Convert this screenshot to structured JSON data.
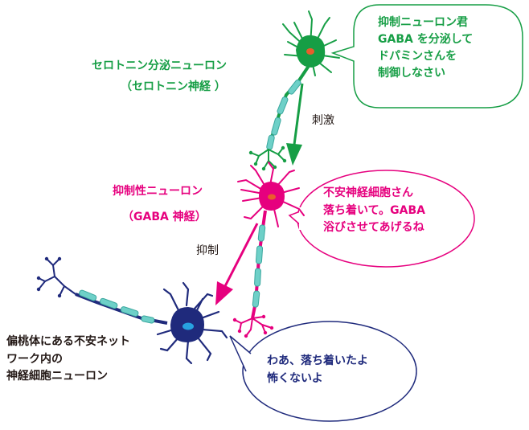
{
  "labels": {
    "serotonin_neuron": "セロトニン分泌ニューロン",
    "serotonin_sub": "（セロトニン神経 ）",
    "inhibitory_neuron": "抑制性ニューロン",
    "inhibitory_sub": "（GABA 神経）",
    "stimulus": "刺激",
    "suppression": "抑制",
    "amygdala_lines": [
      "偏桃体にある不安ネット",
      "ワーク内の",
      "神経細胞ニューロン"
    ]
  },
  "bubbles": {
    "green": [
      "抑制ニューロン君",
      "GABA を分泌して",
      "ドパミンさんを",
      "制御しなさい"
    ],
    "pink": [
      "不安神経細胞さん",
      "落ち着いて。GABA",
      "浴びさせてあげるね"
    ],
    "blue": [
      "わあ、落ち着いたよ",
      "怖くないよ"
    ]
  },
  "colors": {
    "serotonin": "#169e45",
    "inhibitory": "#e6007e",
    "anxiety": "#1f2a7c",
    "myelin": "#6ed0c8",
    "bubble_border_green": "#169e45",
    "bubble_border_pink": "#e6007e",
    "bubble_border_blue": "#1f2a7c"
  }
}
